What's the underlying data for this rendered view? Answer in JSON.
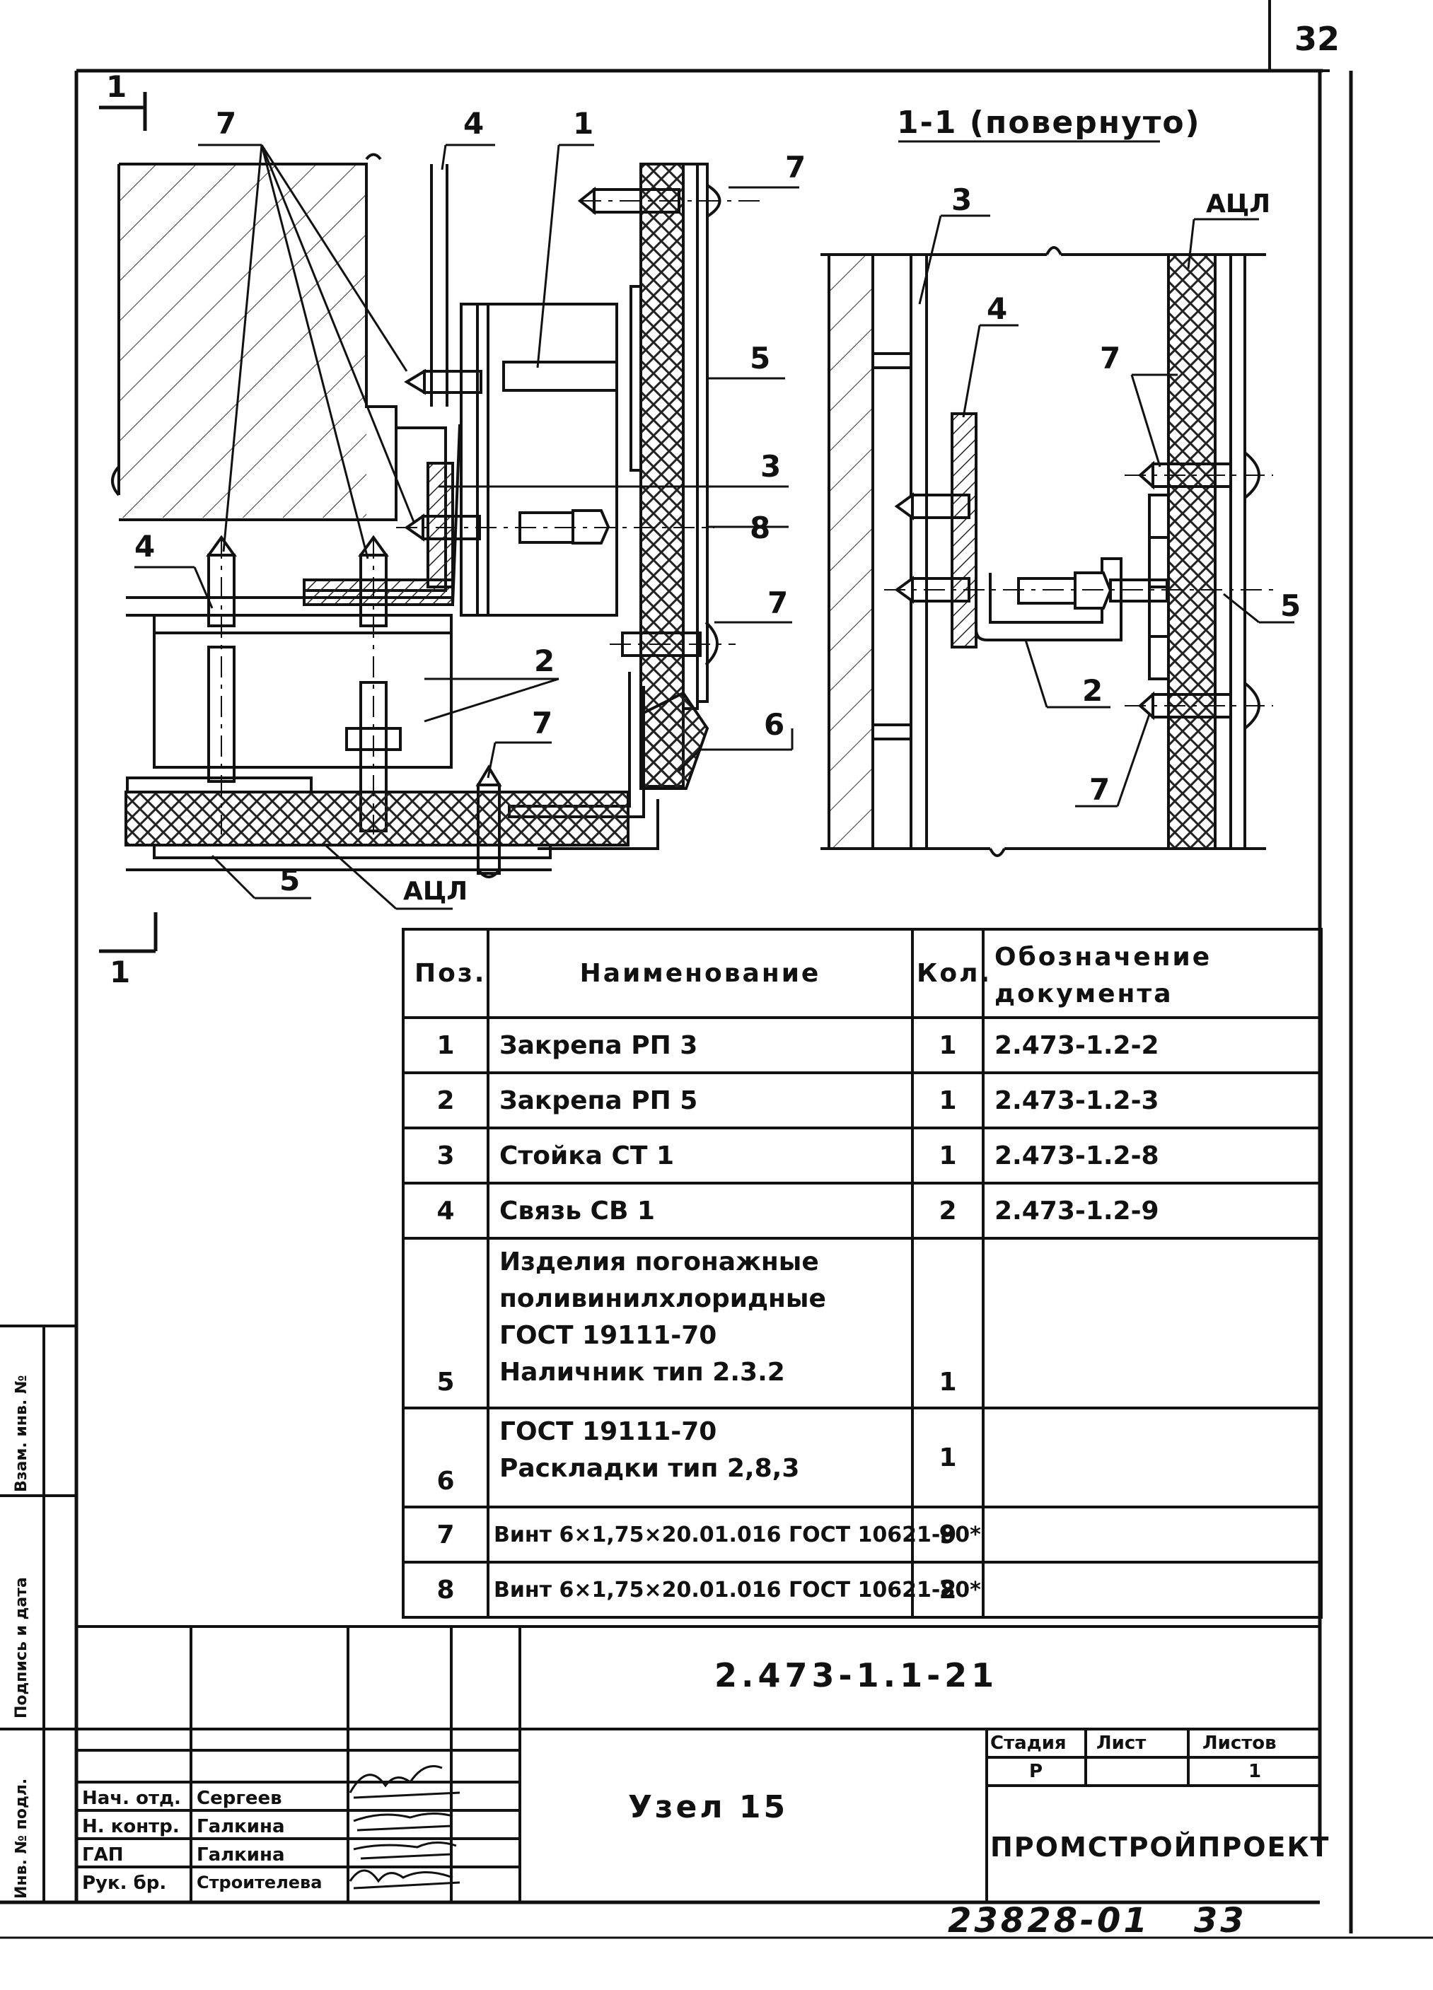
{
  "sheet_number": "32",
  "section_title": "1-1 (повернуто)",
  "section_marks": [
    "1",
    "1"
  ],
  "callouts_left": {
    "c7_top": "7",
    "c4_top": "4",
    "c1_top": "1",
    "c7_right_top": "7",
    "c5_right": "5",
    "c3_right": "3",
    "c8_right": "8",
    "c7_right_mid": "7",
    "c4_left": "4",
    "c2_mid": "2",
    "c7_bottom": "7",
    "c6_right": "6",
    "c5_bottom": "5",
    "acl_bottom": "АЦЛ"
  },
  "callouts_section": {
    "c3": "3",
    "acl": "АЦЛ",
    "c4": "4",
    "c7_top": "7",
    "c5": "5",
    "c2": "2",
    "c7_bottom": "7"
  },
  "spec_table": {
    "headers": {
      "pos": "Поз.",
      "name": "Наименование",
      "qty": "Кол.",
      "doc": "Обозначение\nдокумента"
    },
    "rows": [
      {
        "pos": "1",
        "name": "Закрепа  РП 3",
        "qty": "1",
        "doc": "2.473-1.2-2"
      },
      {
        "pos": "2",
        "name": "Закрепа  РП 5",
        "qty": "1",
        "doc": "2.473-1.2-3"
      },
      {
        "pos": "3",
        "name": "Стойка   СТ 1",
        "qty": "1",
        "doc": "2.473-1.2-8"
      },
      {
        "pos": "4",
        "name": "Связь    СВ 1",
        "qty": "2",
        "doc": "2.473-1.2-9"
      },
      {
        "pos": "5",
        "name": "Изделия погонажные\nполивинилхлоридные\nГОСТ 19111-70\nНаличник тип 2.3.2",
        "qty": "1",
        "doc": ""
      },
      {
        "pos": "6",
        "name": "ГОСТ 19111-70\nРаскладки тип 2,8,3",
        "qty": "1",
        "doc": ""
      },
      {
        "pos": "7",
        "name": "Винт 6×1,75×20.01.016 ГОСТ 10621-80*",
        "qty": "9",
        "doc": ""
      },
      {
        "pos": "8",
        "name": "Винт 6×1,75×20.01.016 ГОСТ 10621-80*",
        "qty": "2",
        "doc": ""
      }
    ]
  },
  "title_block": {
    "doc_code": "2.473-1.1-21",
    "drawing_name": "Узел 15",
    "stage_label": "Стадия",
    "sheet_label": "Лист",
    "sheets_label": "Листов",
    "stage_value": "Р",
    "sheet_value": "",
    "sheets_value": "1",
    "organization": "ПРОМСТРОЙПРОЕКТ",
    "signatures": [
      {
        "role": "Нач. отд.",
        "name": "Сергеев"
      },
      {
        "role": "Н. контр.",
        "name": "Галкина"
      },
      {
        "role": "ГАП",
        "name": "Галкина"
      },
      {
        "role": "Рук. бр.",
        "name": "Строителева"
      }
    ]
  },
  "side_stamp": {
    "inv_orig": "Инв. № подл.",
    "sign_date": "Подпись и дата",
    "vzam_inv": "Взам. инв. №"
  },
  "archive_number": "23828-01   33"
}
